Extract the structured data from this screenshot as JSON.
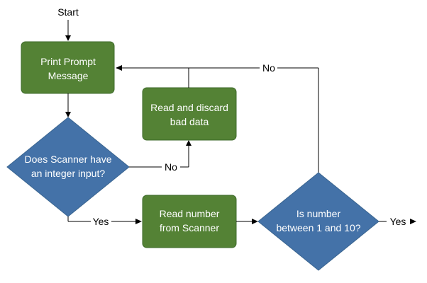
{
  "colors": {
    "process_fill": "#548235",
    "decision_fill": "#4472A8",
    "line": "#000000",
    "node_text": "#ffffff"
  },
  "diagram": {
    "start_label": "Start",
    "nodes": {
      "print_prompt": {
        "line1": "Print Prompt",
        "line2": "Message"
      },
      "read_discard": {
        "line1": "Read and discard",
        "line2": "bad data"
      },
      "has_integer": {
        "line1": "Does Scanner have",
        "line2": "an integer input?"
      },
      "read_number": {
        "line1": "Read number",
        "line2": "from Scanner"
      },
      "in_range": {
        "line1": "Is number",
        "line2": "between 1 and 10?"
      }
    },
    "edge_labels": {
      "has_integer_no": "No",
      "has_integer_yes": "Yes",
      "in_range_no": "No",
      "in_range_yes": "Yes"
    }
  }
}
